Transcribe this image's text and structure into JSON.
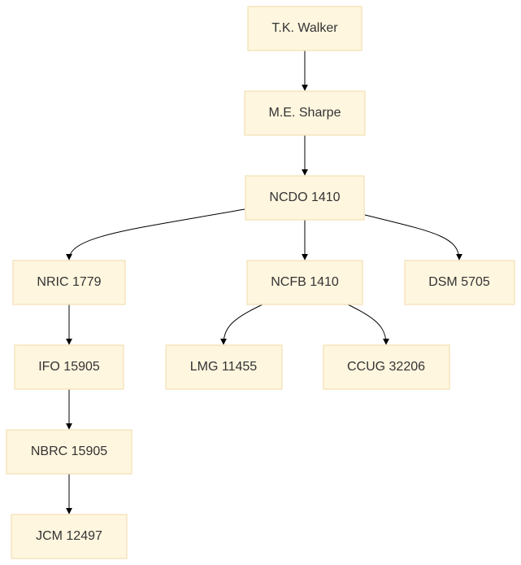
{
  "diagram": {
    "nodes": [
      {
        "id": "walker",
        "label": "T.K. Walker"
      },
      {
        "id": "sharpe",
        "label": "M.E. Sharpe"
      },
      {
        "id": "ncdo",
        "label": "NCDO 1410"
      },
      {
        "id": "nric",
        "label": "NRIC 1779"
      },
      {
        "id": "ncfb",
        "label": "NCFB 1410"
      },
      {
        "id": "dsm",
        "label": "DSM 5705"
      },
      {
        "id": "ifo",
        "label": "IFO 15905"
      },
      {
        "id": "lmg",
        "label": "LMG 11455"
      },
      {
        "id": "ccug",
        "label": "CCUG 32206"
      },
      {
        "id": "nbrc",
        "label": "NBRC 15905"
      },
      {
        "id": "jcm",
        "label": "JCM 12497"
      }
    ],
    "edges": [
      {
        "from": "walker",
        "to": "sharpe"
      },
      {
        "from": "sharpe",
        "to": "ncdo"
      },
      {
        "from": "ncdo",
        "to": "nric"
      },
      {
        "from": "ncdo",
        "to": "ncfb"
      },
      {
        "from": "ncdo",
        "to": "dsm"
      },
      {
        "from": "nric",
        "to": "ifo"
      },
      {
        "from": "ncfb",
        "to": "lmg"
      },
      {
        "from": "ncfb",
        "to": "ccug"
      },
      {
        "from": "ifo",
        "to": "nbrc"
      },
      {
        "from": "nbrc",
        "to": "jcm"
      }
    ]
  }
}
